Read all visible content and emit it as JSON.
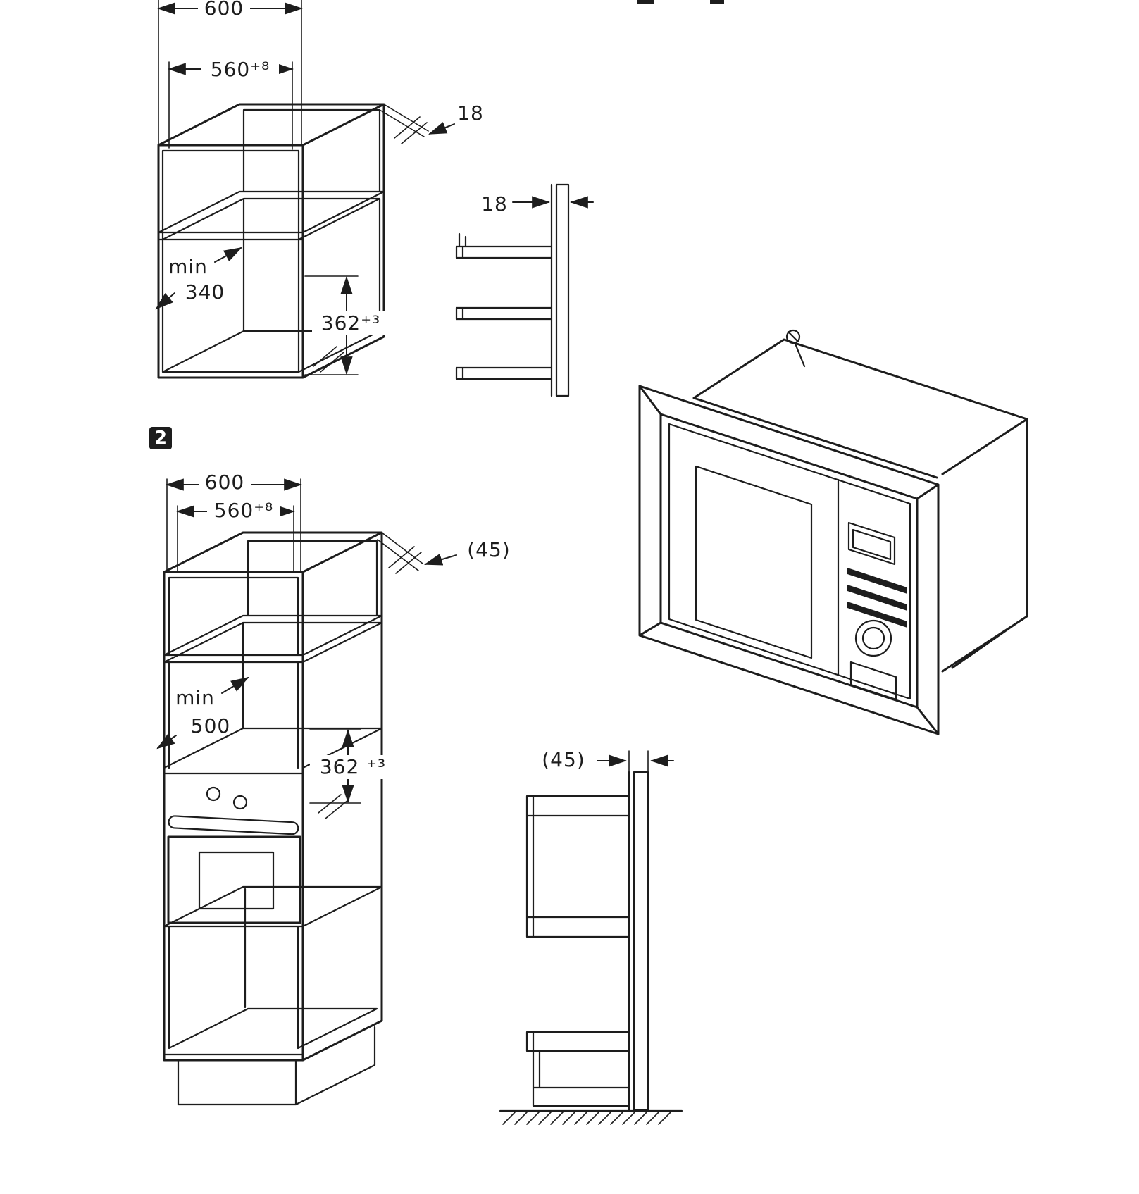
{
  "diagram": {
    "ink_color": "#1d1d1d",
    "panel_fill": "#c7c7c7",
    "figure1": {
      "width_outer": "600",
      "width_inner": "560⁺⁸",
      "panel_thickness": "18",
      "depth_min_label": "min",
      "depth_min_value": "340",
      "niche_height": "362⁺³"
    },
    "profile1": {
      "panel_thickness": "18"
    },
    "figure2": {
      "step_badge": "2",
      "width_outer": "600",
      "width_inner": "560⁺⁸",
      "panel_thickness": "(45)",
      "depth_min_label": "min",
      "depth_min_value": "500",
      "niche_height": "362 ⁺³"
    },
    "profile2": {
      "panel_thickness": "(45)"
    }
  }
}
